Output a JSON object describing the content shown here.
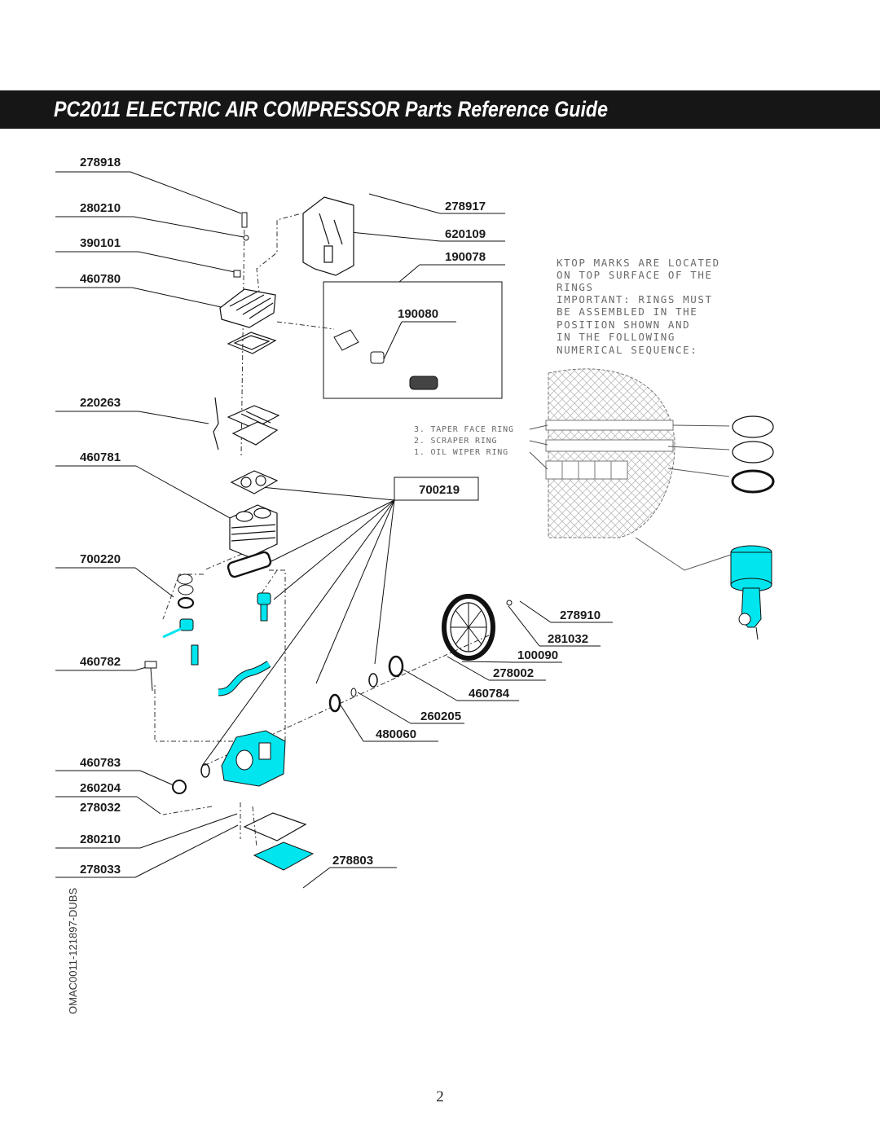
{
  "header": {
    "title": "PC2011  ELECTRIC AIR COMPRESSOR   Parts Reference Guide"
  },
  "parts": {
    "p278918": "278918",
    "p280210_top": "280210",
    "p390101": "390101",
    "p460780": "460780",
    "p220263": "220263",
    "p460781": "460781",
    "p700220": "700220",
    "p460782": "460782",
    "p460783": "460783",
    "p260204": "260204",
    "p278032": "278032",
    "p280210_bottom": "280210",
    "p278033": "278033",
    "p278917": "278917",
    "p620109": "620109",
    "p190078": "190078",
    "p190080": "190080",
    "p700219": "700219",
    "p278910": "278910",
    "p281032": "281032",
    "p100090": "100090",
    "p278002": "278002",
    "p460784": "460784",
    "p260205": "260205",
    "p480060": "480060",
    "p278803": "278803"
  },
  "ring_note": {
    "lines": [
      "KTOP MARKS ARE LOCATED",
      "ON TOP SURFACE OF THE",
      "RINGS",
      "IMPORTANT: RINGS MUST",
      "BE ASSEMBLED IN THE",
      "POSITION SHOWN AND",
      "IN THE FOLLOWING",
      "NUMERICAL SEQUENCE:"
    ],
    "rings": [
      "3. TAPER FACE RING",
      "2. SCRAPER RING",
      "1. OIL WIPER RING"
    ]
  },
  "footer": {
    "doc_code": "OMAC0011-121897-DUBS",
    "page_number": "2"
  },
  "colors": {
    "highlight": "#00e5ee",
    "title_bar": "#161616"
  }
}
